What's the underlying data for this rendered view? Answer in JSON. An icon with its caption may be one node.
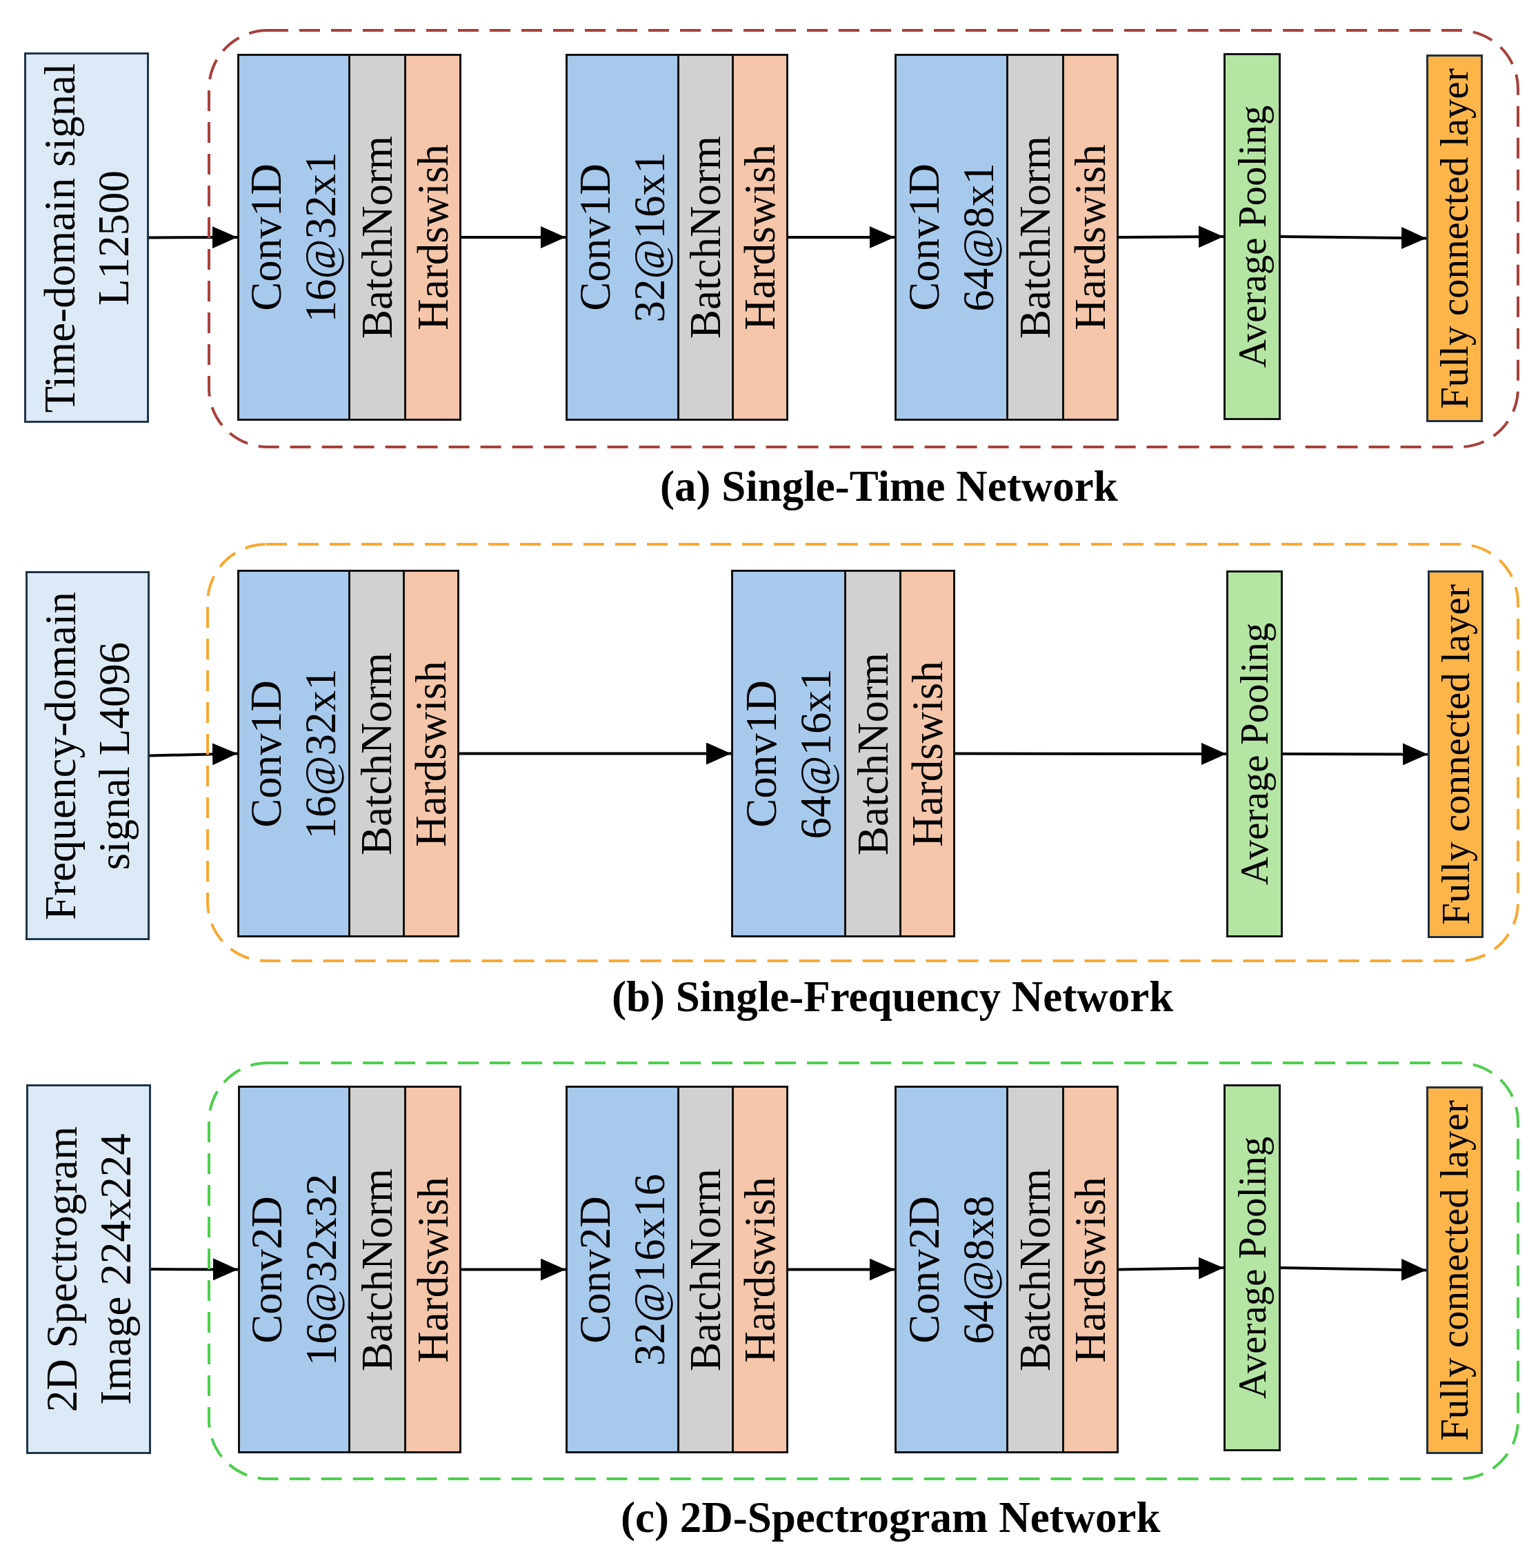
{
  "diagram": {
    "nodes": [
      {
        "text": [
          "Time-domain signal L12500"
        ]
      },
      {
        "text": [
          "(a) Single-Time Network"
        ]
      },
      {
        "text": [
          "Conv1D 16@32x1"
        ],
        "in": 1
      },
      {
        "text": [
          "BatchNorm"
        ],
        "in": 1
      },
      {
        "text": [
          "Hardswish"
        ],
        "in": 1
      },
      {
        "text": [
          "Conv1D 32@16x1"
        ],
        "in": 1
      },
      {
        "text": [
          "BatchNorm"
        ],
        "in": 1
      },
      {
        "text": [
          "Hardswish"
        ],
        "in": 1
      },
      {
        "text": [
          "Conv1D 64@8x1"
        ],
        "in": 1
      },
      {
        "text": [
          "BatchNorm"
        ],
        "in": 1
      },
      {
        "text": [
          "Hardswish"
        ],
        "in": 1
      },
      {
        "text": [
          "Average Pooling"
        ],
        "in": 1
      },
      {
        "text": [
          "Fully connected layer"
        ],
        "in": 1
      },
      {
        "text": [
          "Frequency-domain signal L4096"
        ]
      },
      {
        "text": [
          "(b) Single-Frequency Network"
        ]
      },
      {
        "text": [
          "Conv1D 16@32x1"
        ],
        "in": 14
      },
      {
        "text": [
          "BatchNorm"
        ],
        "in": 14
      },
      {
        "text": [
          "Hardswish"
        ],
        "in": 14
      },
      {
        "text": [
          "Conv1D 64@16x1"
        ],
        "in": 14
      },
      {
        "text": [
          "BatchNorm"
        ],
        "in": 14
      },
      {
        "text": [
          "Hardswish"
        ],
        "in": 14
      },
      {
        "text": [
          "Average Pooling"
        ],
        "in": 14
      },
      {
        "text": [
          "Fully connected layer"
        ],
        "in": 14
      },
      {
        "text": [
          "2D Spectrogram Image 224x224"
        ]
      },
      {
        "text": [
          "(c) 2D-Spectrogram Network"
        ]
      },
      {
        "text": [
          "Conv2D 16@32x32"
        ],
        "in": 24
      },
      {
        "text": [
          "BatchNorm"
        ],
        "in": 24
      },
      {
        "text": [
          "Hardswish"
        ],
        "in": 24
      },
      {
        "text": [
          "Conv2D 32@16x16"
        ],
        "in": 24
      },
      {
        "text": [
          "BatchNorm"
        ],
        "in": 24
      },
      {
        "text": [
          "Hardswish"
        ],
        "in": 24
      },
      {
        "text": [
          "Conv2D 64@8x8"
        ],
        "in": 24
      },
      {
        "text": [
          "BatchNorm"
        ],
        "in": 24
      },
      {
        "text": [
          "Hardswish"
        ],
        "in": 24
      },
      {
        "text": [
          "Average Pooling"
        ],
        "in": 24
      },
      {
        "text": [
          "Fully connected layer"
        ],
        "in": 24
      }
    ],
    "edges": [
      {
        "from": 0,
        "to": 2,
        "arrow": "to"
      },
      {
        "from": 4,
        "to": 5,
        "arrow": "to"
      },
      {
        "from": 7,
        "to": 8,
        "arrow": "to"
      },
      {
        "from": 10,
        "to": 11,
        "arrow": "to"
      },
      {
        "from": 11,
        "to": 12,
        "arrow": "to"
      },
      {
        "from": 13,
        "to": 15,
        "arrow": "to"
      },
      {
        "from": 17,
        "to": 18,
        "arrow": "to"
      },
      {
        "from": 20,
        "to": 21,
        "arrow": "to"
      },
      {
        "from": 21,
        "to": 22,
        "arrow": "to"
      },
      {
        "from": 23,
        "to": 25,
        "arrow": "to"
      },
      {
        "from": 27,
        "to": 28,
        "arrow": "to"
      },
      {
        "from": 30,
        "to": 31,
        "arrow": "to"
      },
      {
        "from": 33,
        "to": 34,
        "arrow": "to"
      },
      {
        "from": 34,
        "to": 35,
        "arrow": "to"
      }
    ]
  }
}
